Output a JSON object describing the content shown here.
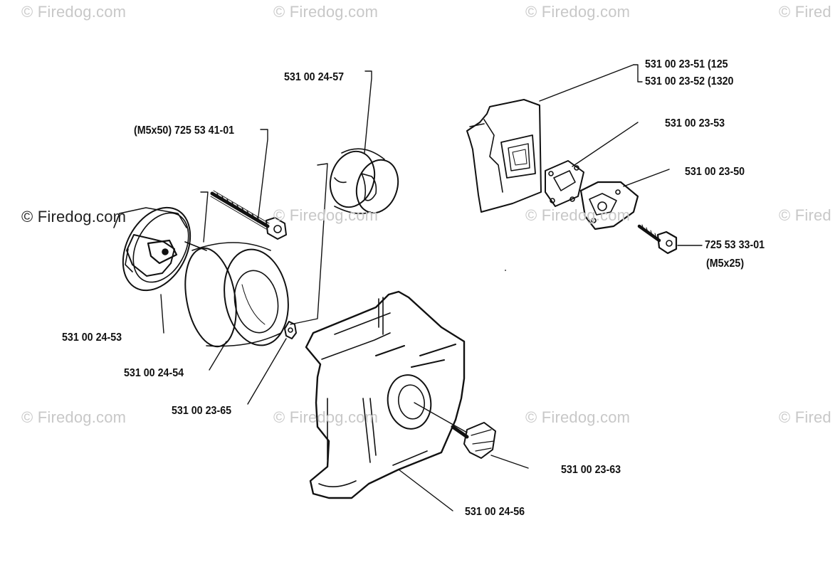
{
  "watermark": {
    "text": "© Firedog.com",
    "clipped_text": "© Fired"
  },
  "parts": {
    "p_531_00_24_57": "531 00 24-57",
    "p_725_53_41_01": "(M5x50) 725 53 41-01",
    "p_531_00_23_51": "531 00 23-51 (125",
    "p_531_00_23_52": "531 00 23-52 (1320",
    "p_531_00_23_53": "531 00 23-53",
    "p_531_00_23_50": "531 00 23-50",
    "p_725_53_33_01": "725 53 33-01",
    "p_725_53_33_01_size": "(M5x25)",
    "p_531_00_24_53": "531 00 24-53",
    "p_531_00_24_54": "531 00 24-54",
    "p_531_00_23_65": "531 00 23-65",
    "p_531_00_23_63": "531 00 23-63",
    "p_531_00_24_56": "531 00 24-56"
  }
}
